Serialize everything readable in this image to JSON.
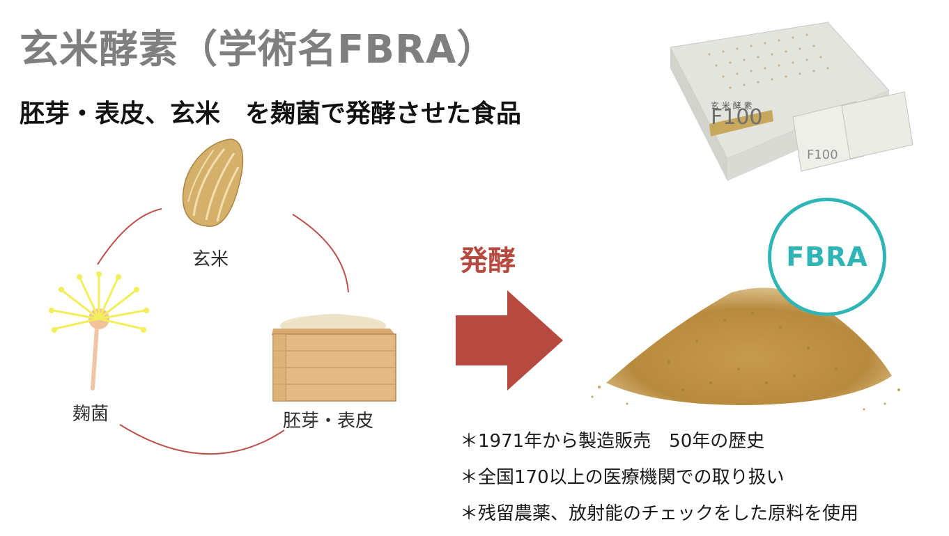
{
  "slide": {
    "title": "玄米酵素（学術名FBRA）",
    "subtitle": "胚芽・表皮、玄米　を麹菌で発酵させた食品"
  },
  "cycle": {
    "brown_rice_label": "玄米",
    "koji_label": "麹菌",
    "germ_bran_label": "胚芽・表皮",
    "arc_color": "#b9524a"
  },
  "process": {
    "ferment_label": "発酵",
    "arrow_color": "#b74a40"
  },
  "product": {
    "box_brand": "玄 米 酵 素",
    "box_code": "F100",
    "sachet_code": "F100",
    "badge_text": "FBRA",
    "badge_color": "#2fb5b5"
  },
  "notes": [
    "＊1971年から製造販売　50年の歴史",
    "＊全国170以上の医療機関での取り扱い",
    "＊残留農薬、放射能のチェックをした原料を使用"
  ]
}
